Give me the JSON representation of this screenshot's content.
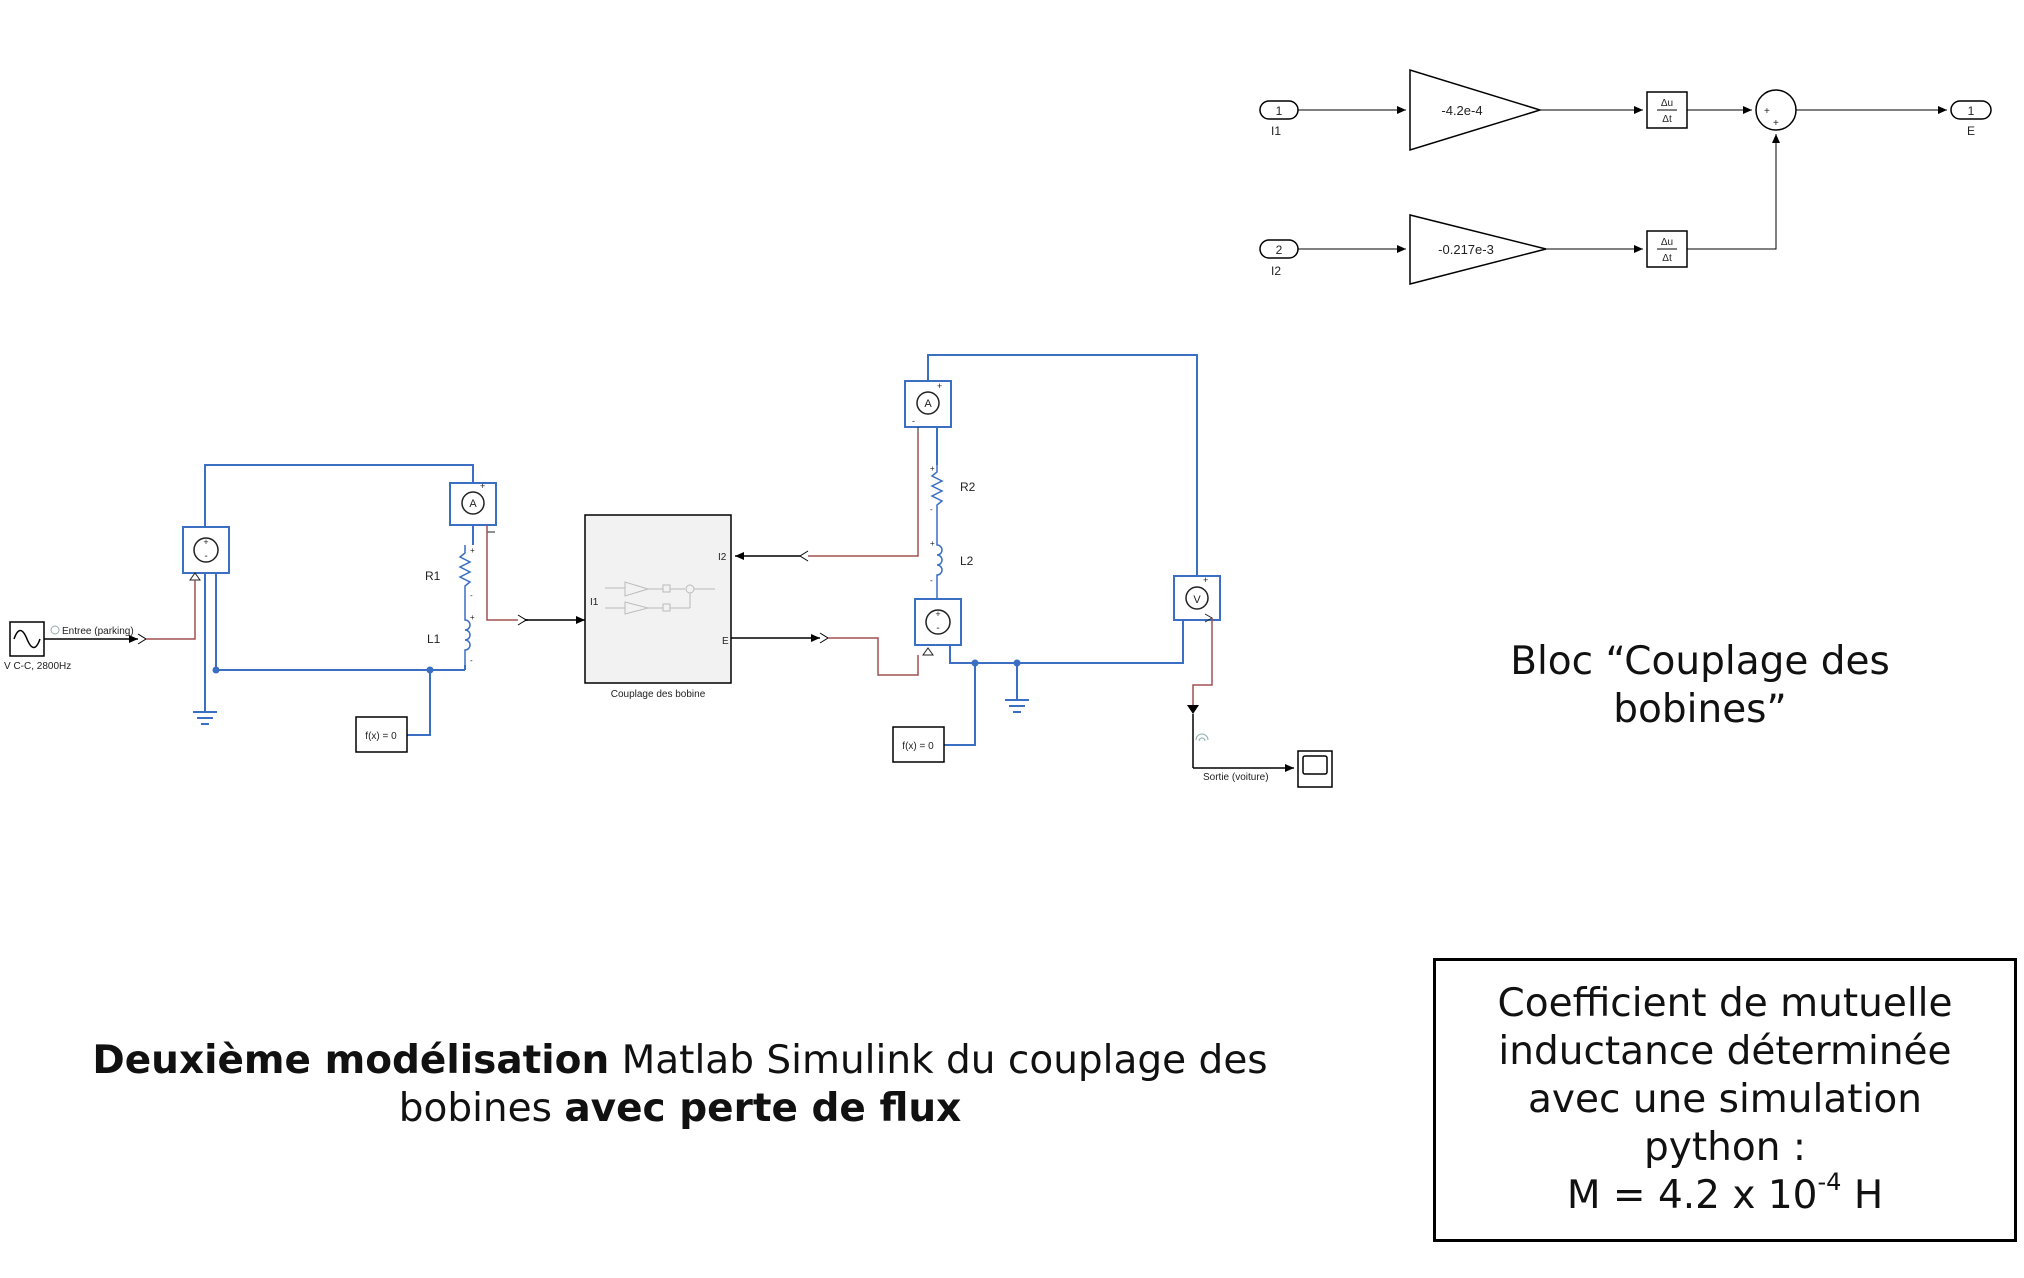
{
  "subsystem": {
    "inport1": {
      "num": "1",
      "label": "I1"
    },
    "inport2": {
      "num": "2",
      "label": "I2"
    },
    "gain1": "-4.2e-4",
    "gain2": "-0.217e-3",
    "deriv_num": "Δu",
    "deriv_den": "Δt",
    "sum_sign1": "+",
    "sum_sign2": "+",
    "outport": {
      "num": "1",
      "label": "E"
    }
  },
  "circuit": {
    "source_label": "Entree (parking)",
    "source_params": "V C-C, 2800Hz",
    "r1": "R1",
    "l1": "L1",
    "r2": "R2",
    "l2": "L2",
    "solver1": "f(x) = 0",
    "solver2": "f(x) = 0",
    "subsystem_name": "Couplage des bobine",
    "port_i1": "I1",
    "port_i2": "I2",
    "port_e": "E",
    "ammeter": "A",
    "voltmeter": "V",
    "scope_label": "Sortie (voiture)",
    "plus": "+",
    "minus": "-"
  },
  "captions": {
    "bloc_line1": "Bloc “Couplage des",
    "bloc_line2": "bobines”",
    "main_bold1": "Deuxième modélisation",
    "main_text1": " Matlab Simulink du couplage des",
    "main_text2": "bobines ",
    "main_bold2": "avec perte de flux"
  },
  "coefficient_box": {
    "line1": "Coefficient de mutuelle",
    "line2": "inductance déterminée",
    "line3": "avec une simulation",
    "line4": "python :",
    "formula_prefix": "M = 4.2 x 10",
    "formula_exp": "-4",
    "formula_suffix": " H"
  }
}
